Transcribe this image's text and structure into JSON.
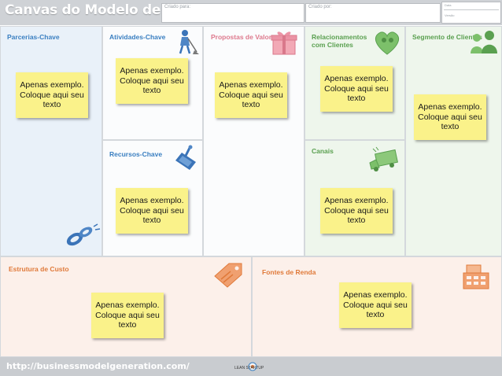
{
  "header": {
    "title": "Canvas do Modelo de Negócio",
    "designed_for_label": "Criado para:",
    "designed_by_label": "Criado por:",
    "date_label": "Data",
    "version_label": "Versão"
  },
  "blocks": {
    "key_partners": {
      "title": "Parcerias-Chave",
      "note": "Apenas exemplo.\nColoque aqui seu\ntexto"
    },
    "key_activities": {
      "title": "Atividades-Chave",
      "note": "Apenas exemplo.\nColoque aqui seu\ntexto"
    },
    "key_resources": {
      "title": "Recursos-Chave",
      "note": "Apenas exemplo.\nColoque aqui seu\ntexto"
    },
    "value_propositions": {
      "title": "Propostas de Valor",
      "note": "Apenas exemplo.\nColoque aqui seu\ntexto"
    },
    "customer_relationships": {
      "title_line1": "Relacionamentos",
      "title_line2": "com Clientes",
      "note": "Apenas exemplo.\nColoque aqui seu\ntexto"
    },
    "channels": {
      "title": "Canais",
      "note": "Apenas exemplo.\nColoque aqui seu\ntexto"
    },
    "customer_segments": {
      "title": "Segmento de Clientes",
      "note": "Apenas exemplo.\nColoque aqui seu\ntexto"
    },
    "cost_structure": {
      "title": "Estrutura de Custo",
      "note": "Apenas exemplo.\nColoque aqui seu\ntexto"
    },
    "revenue_streams": {
      "title": "Fontes de Renda",
      "note": "Apenas exemplo.\nColoque aqui seu\ntexto"
    }
  },
  "footer": {
    "url": "http://businessmodelgeneration.com/",
    "logo_text": "LEAN STARTUP"
  },
  "colors": {
    "blue_title": "#3a7fc1",
    "pink_title": "#de7a8e",
    "green_title": "#5aa050",
    "orange_title": "#e07a3a",
    "sticky": "#faf28a"
  }
}
